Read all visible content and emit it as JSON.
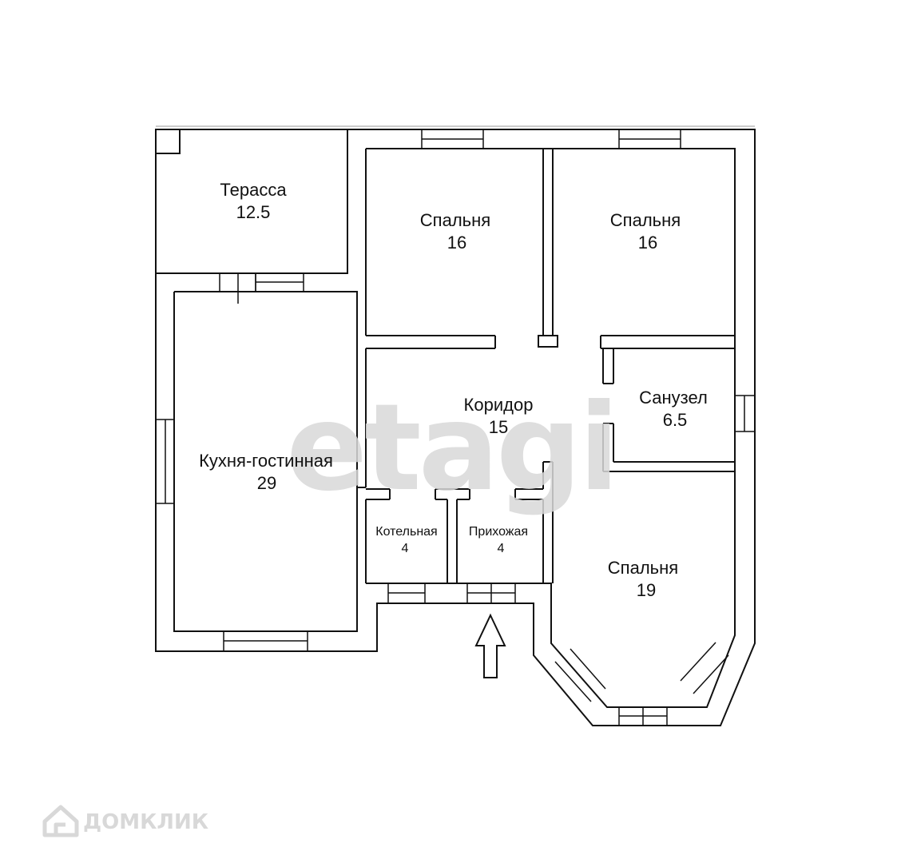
{
  "rooms": [
    {
      "id": "terrace",
      "name": "Терасса",
      "area": "12.5"
    },
    {
      "id": "bedroom1",
      "name": "Спальня",
      "area": "16"
    },
    {
      "id": "bedroom2",
      "name": "Спальня",
      "area": "16"
    },
    {
      "id": "bathroom",
      "name": "Санузел",
      "area": "6.5"
    },
    {
      "id": "corridor",
      "name": "Коридор",
      "area": "15"
    },
    {
      "id": "kitchen",
      "name": "Кухня-гостинная",
      "area": "29"
    },
    {
      "id": "boiler",
      "name": "Котельная",
      "area": "4"
    },
    {
      "id": "hall",
      "name": "Прихожая",
      "area": "4"
    },
    {
      "id": "bedroom3",
      "name": "Спальня",
      "area": "19"
    }
  ],
  "watermark": "etagi",
  "brand": {
    "text": "ДОМКЛИК",
    "icon": "house-logo-icon"
  }
}
